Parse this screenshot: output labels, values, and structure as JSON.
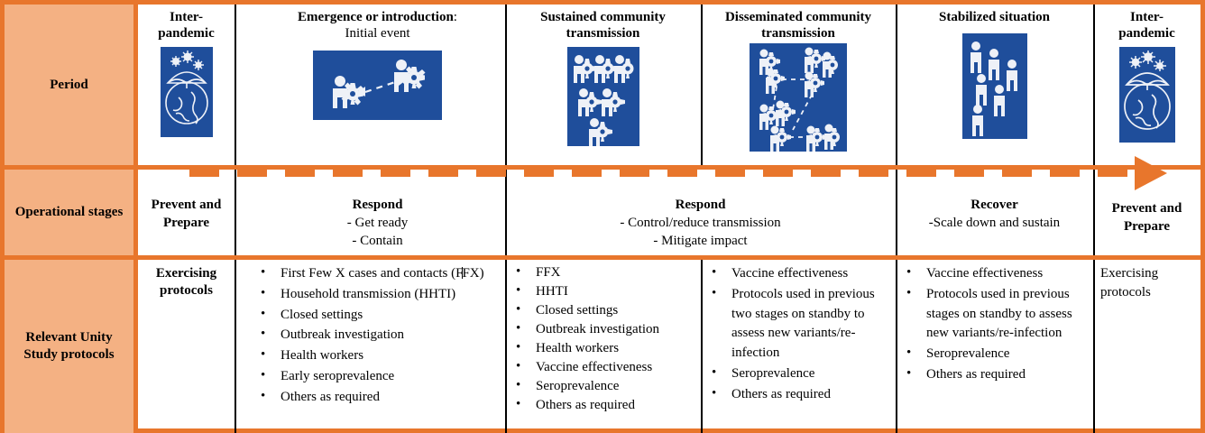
{
  "colors": {
    "orange": "#E8762C",
    "header_fill": "#F4B183",
    "icon_blue": "#1F4E9B",
    "text": "#000000"
  },
  "row_labels": {
    "period": "Period",
    "operational_stages": "Operational stages",
    "protocols": "Relevant Unity Study protocols"
  },
  "periods": [
    {
      "title": "Inter-pandemic",
      "subtitle": "",
      "icon": "umbrella-globe-virus-icon"
    },
    {
      "title": "Emergence or introduction:",
      "subtitle": "Initial event",
      "icon": "two-people-transmission-icon"
    },
    {
      "title": "Sustained community transmission",
      "subtitle": "",
      "icon": "six-infected-people-icon"
    },
    {
      "title": "Disseminated community transmission",
      "subtitle": "",
      "icon": "network-infected-people-icon"
    },
    {
      "title": "Stabilized situation",
      "subtitle": "",
      "icon": "six-healthy-people-icon"
    },
    {
      "title": "Inter-pandemic",
      "subtitle": "",
      "icon": "umbrella-globe-virus-icon"
    }
  ],
  "operational_stages": [
    {
      "heading": "Prevent and Prepare",
      "lines": []
    },
    {
      "heading": "Respond",
      "lines": [
        "- Get ready",
        "- Contain"
      ]
    },
    {
      "heading": "Respond",
      "lines": [
        "-    Control/reduce transmission",
        "-     Mitigate impact"
      ]
    },
    {
      "heading": "Recover",
      "lines": [
        "-Scale down and sustain"
      ]
    },
    {
      "heading": "Prevent and Prepare",
      "lines": []
    }
  ],
  "protocols": [
    {
      "style": "plain",
      "text": "Exercising protocols",
      "items": []
    },
    {
      "style": "bullets",
      "items": [
        "First Few X cases and contacts (FFX)",
        "Household transmission (HHTI)",
        "Closed settings",
        "Outbreak investigation",
        "Health workers",
        "Early seroprevalence",
        "Others as required"
      ]
    },
    {
      "style": "bullets",
      "items": [
        "FFX",
        "HHTI",
        "Closed settings",
        "Outbreak investigation",
        "Health workers",
        "Vaccine effectiveness",
        "Seroprevalence",
        "Others as required"
      ]
    },
    {
      "style": "bullets",
      "items": [
        "Vaccine effectiveness",
        "Protocols used in previous two stages on standby to assess new variants/re-infection",
        "Seroprevalence",
        "Others as required"
      ]
    },
    {
      "style": "bullets",
      "items": [
        "Vaccine effectiveness",
        "Protocols used in previous stages on standby to assess new variants/re-infection",
        "Seroprevalence",
        "Others as required"
      ]
    },
    {
      "style": "plain-left",
      "text": "Exercising protocols",
      "items": []
    }
  ]
}
